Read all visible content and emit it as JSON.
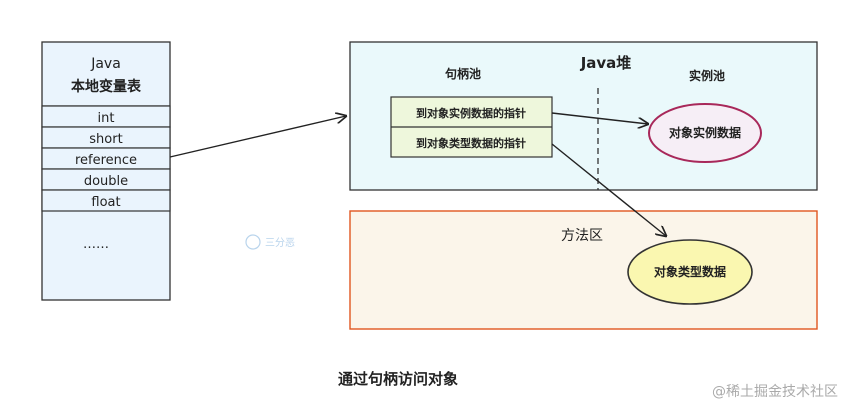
{
  "local_table": {
    "title_line1": "Java",
    "title_line2": "本地变量表",
    "rows": [
      "int",
      "short",
      "reference",
      "double",
      "float"
    ],
    "ellipsis": "……"
  },
  "heap": {
    "title": "Java堆",
    "handle_pool_label": "句柄池",
    "instance_pool_label": "实例池",
    "handle_rows": [
      "到对象实例数据的指针",
      "到对象类型数据的指针"
    ],
    "instance_data": "对象实例数据"
  },
  "method_area": {
    "title": "方法区",
    "type_data": "对象类型数据"
  },
  "caption": "通过句柄访问对象",
  "watermark_center": "三分恶",
  "watermark_corner": "@稀土掘金技术社区",
  "colors": {
    "heap_fill": "#eaf9fb",
    "method_fill": "#fbf5ea",
    "method_stroke": "#e0561f",
    "handle_fill": "#eef7dc",
    "instance_stroke": "#a8285a",
    "instance_fill": "#f6eef6",
    "type_fill": "#faf7b0",
    "table_fill": "#eaf4fd"
  }
}
